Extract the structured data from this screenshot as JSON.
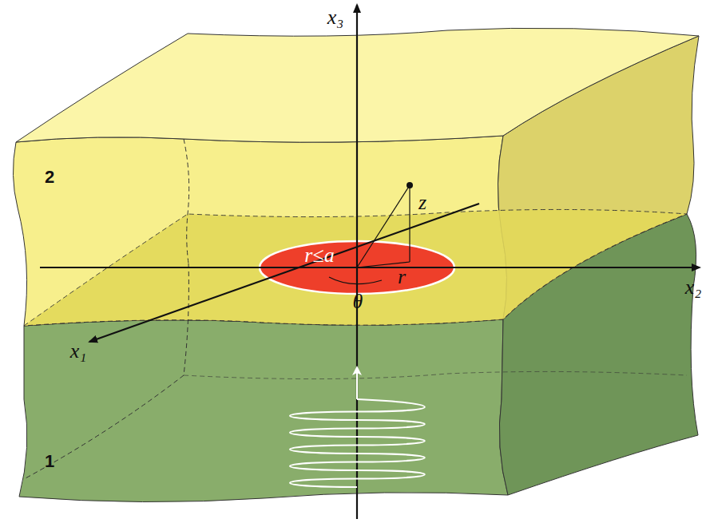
{
  "diagram": {
    "nodes": [
      {
        "text": [
          "r≤a"
        ]
      }
    ],
    "labels": [
      "x₃",
      "2",
      "z",
      "x₂",
      "θ",
      "r",
      "x₁",
      "1"
    ]
  }
}
